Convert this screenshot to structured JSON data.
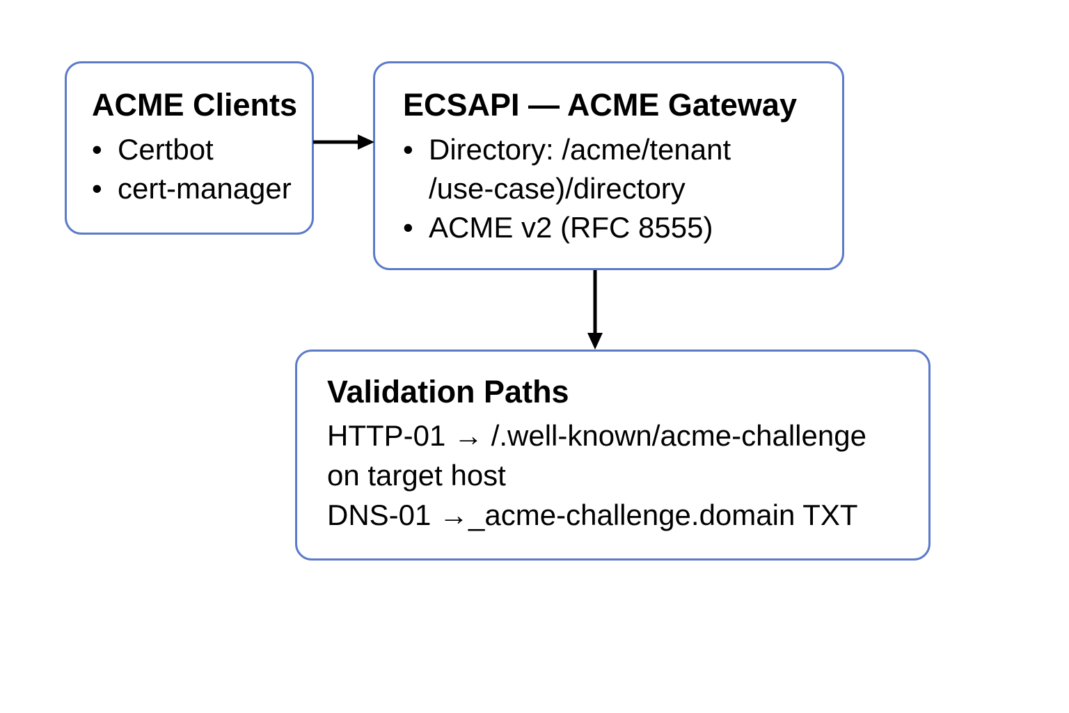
{
  "colors": {
    "canvas_background": "#ffffff",
    "node_border": "#5b7ac9",
    "node_background": "#ffffff",
    "arrow": "#000000",
    "text": "#000000"
  },
  "bullet_glyph": "•",
  "nodes": {
    "clients": {
      "title": "ACME Clients",
      "bullets": [
        "Certbot",
        "cert-manager"
      ]
    },
    "gateway": {
      "title": "ECSAPI — ACME Gateway",
      "bullets": [
        "Directory: /acme/tenant\n/use-case)/directory",
        "ACME v2 (RFC 8555)"
      ]
    },
    "validation": {
      "title": "Validation Paths",
      "lines": [
        "HTTP-01 → /.well-known/acme-challenge\non target host",
        "DNS-01 →_acme-challenge.domain TXT"
      ]
    }
  },
  "edges": [
    {
      "from": "clients",
      "to": "gateway",
      "direction": "right"
    },
    {
      "from": "gateway",
      "to": "validation",
      "direction": "down"
    }
  ]
}
